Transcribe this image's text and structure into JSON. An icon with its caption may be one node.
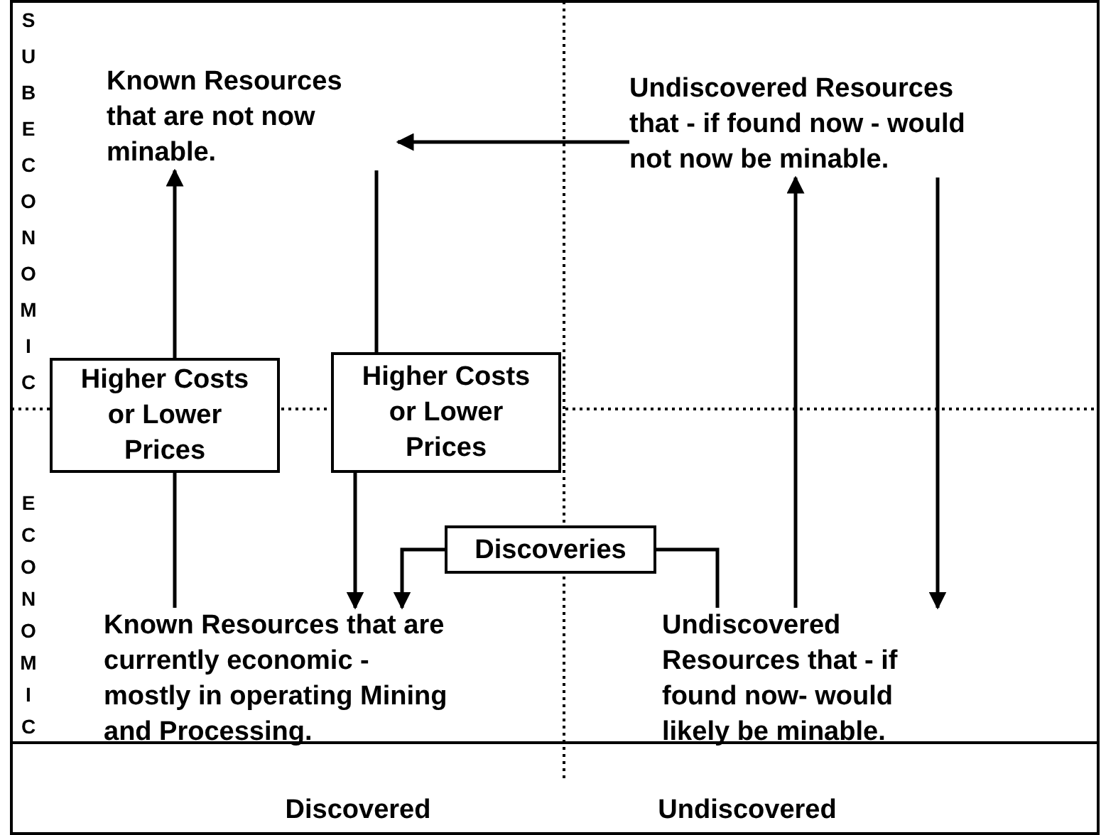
{
  "diagram": {
    "nodes": [
      {
        "text": [
          "Known Resources that are not now minable."
        ]
      },
      {
        "text": [
          "Undiscovered Resources that - if found now - would not now be minable."
        ]
      },
      {
        "text": [
          "Known Resources that are currently economic - mostly in operating Mining and Processing."
        ]
      },
      {
        "text": [
          "Undiscovered Resources that - if found now- would likely be minable."
        ]
      },
      {
        "text": [
          "Higher Costs or Lower Prices"
        ]
      },
      {
        "text": [
          "Higher Costs or Lower Prices"
        ]
      },
      {
        "text": [
          "Discoveries"
        ]
      }
    ],
    "edges": [
      {
        "from": 4,
        "to": 0,
        "arrow": "to"
      },
      {
        "from": 2,
        "to": 4,
        "arrow": "none"
      },
      {
        "from": 0,
        "to": 5,
        "arrow": "none"
      },
      {
        "from": 5,
        "to": 2,
        "arrow": "to"
      },
      {
        "from": 1,
        "to": 0,
        "arrow": "to"
      },
      {
        "from": 3,
        "to": 6,
        "arrow": "none"
      },
      {
        "from": 6,
        "to": 2,
        "arrow": "to"
      },
      {
        "from": 3,
        "to": 1,
        "arrow": "to"
      },
      {
        "from": 1,
        "to": 3,
        "arrow": "to"
      }
    ],
    "labels": [
      "SUBECONOMIC",
      "ECONOMIC",
      "Discovered",
      "Undiscovered"
    ]
  }
}
